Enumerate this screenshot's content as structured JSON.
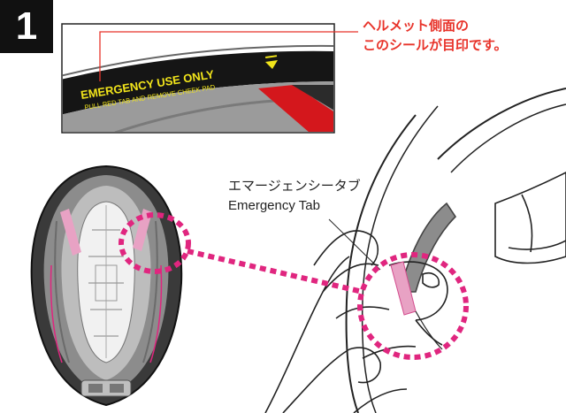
{
  "step": {
    "number": "1"
  },
  "sticker": {
    "headline": "EMERGENCY USE ONLY",
    "subline": "PULL RED TAB AND REMOVE CHEEK PAD",
    "arrow_icon": "down-triangle-icon"
  },
  "callout": {
    "line1": "ヘルメット側面の",
    "line2": "このシールが目印です。",
    "color": "#e8332a"
  },
  "tab_label": {
    "japanese": "エマージェンシータブ",
    "english": "Emergency Tab"
  },
  "colors": {
    "highlight_pink": "#e0267f",
    "sticker_yellow": "#f2e51b",
    "tab_red": "#d4171c",
    "liner_gray": "#8c8c8c"
  }
}
